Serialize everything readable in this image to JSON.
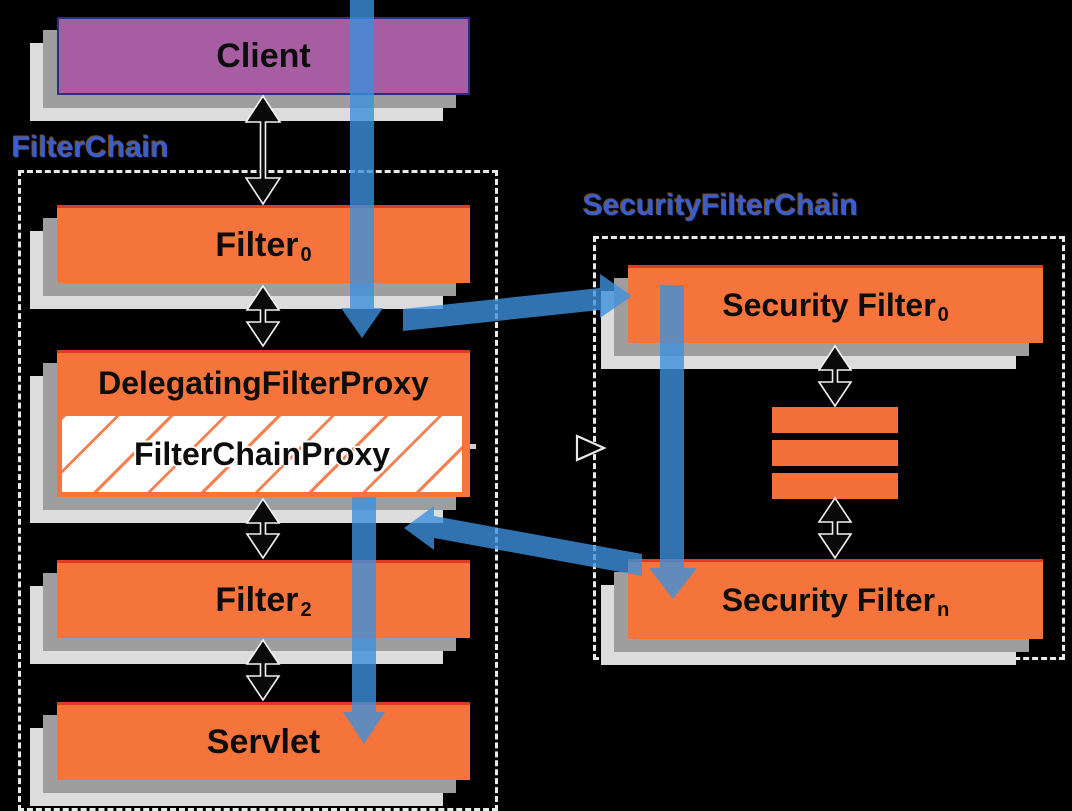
{
  "filter_chain": {
    "label": "FilterChain",
    "nodes": [
      {
        "id": "client",
        "label": "Client"
      },
      {
        "id": "filter0",
        "label": "Filter",
        "subscript": "0"
      },
      {
        "id": "delegating-filter-proxy",
        "label": "DelegatingFilterProxy",
        "inner": {
          "id": "filter-chain-proxy",
          "label": "FilterChainProxy"
        }
      },
      {
        "id": "filter2",
        "label": "Filter",
        "subscript": "2"
      },
      {
        "id": "servlet",
        "label": "Servlet"
      }
    ]
  },
  "security_filter_chain": {
    "label": "SecurityFilterChain",
    "nodes": [
      {
        "id": "security-filter-0",
        "label": "Security Filter",
        "subscript": "0"
      },
      {
        "id": "security-filter-n",
        "label": "Security Filter",
        "subscript": "n"
      }
    ],
    "more_filters_bars": 3
  },
  "colors": {
    "background": "#000000",
    "box_orange": "#F4743B",
    "box_orange_top_border": "#DD3B22",
    "client_purple": "#A75DA2",
    "client_border": "#2B2F7E",
    "chain_label_blue": "#3C5EC9",
    "flow_arrow_blue": "#2D78B9",
    "link_arrow_black": "#0A0A0A",
    "link_arrow_outline": "#F2F2F2",
    "shadow_dark": "#9E9E9E",
    "shadow_light": "#DCDCDC",
    "dashed_border": "#E9E9E9",
    "hatch_line": "#F4814F"
  }
}
